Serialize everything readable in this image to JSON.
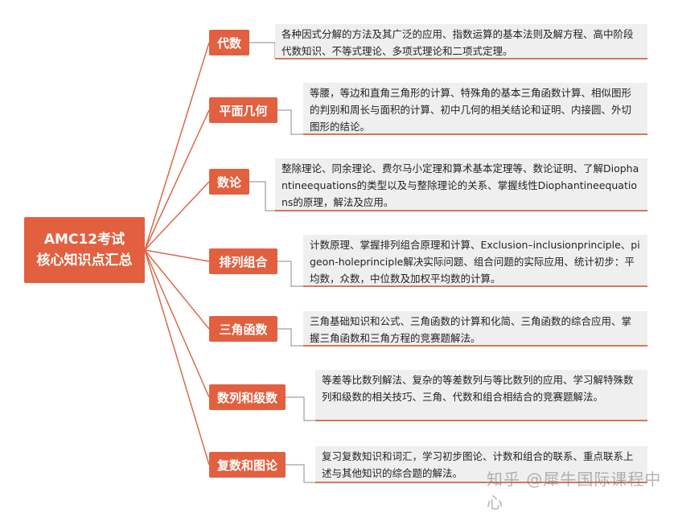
{
  "root": {
    "line1": "AMC12考试",
    "line2": "核心知识点汇总"
  },
  "branches": [
    {
      "label": "代数",
      "detail": "各种因式分解的方法及其广泛的应用、指数运算的基本法则及解方程、高中阶段代数知识、不等式理论、多项式理论和二项式定理。"
    },
    {
      "label": "平面几何",
      "detail": "等腰，等边和直角三角形的计算、特殊角的基本三角函数计算、相似图形的判别和周长与面积的计算、初中几何的相关结论和证明、内接圆、外切图形的结论。"
    },
    {
      "label": "数论",
      "detail": "整除理论、同余理论、费尔马小定理和算术基本定理等、数论证明、了解Diophantineequations的类型以及与整除理论的关系、掌握线性Diophantineequations的原理，解法及应用。"
    },
    {
      "label": "排列组合",
      "detail": "计数原理、掌握排列组合原理和计算、Exclusion–inclusionprinciple、pigeon-holeprinciple解决实际问题、组合问题的实际应用、统计初步：平均数，众数，中位数及加权平均数的计算。"
    },
    {
      "label": "三角函数",
      "detail": "三角基础知识和公式、三角函数的计算和化简、三角函数的综合应用、掌握三角函数和三角方程的竞赛题解法。"
    },
    {
      "label": "数列和级数",
      "detail": "等差等比数列解法、复杂的等差数列与等比数列的应用、学习解特殊数列和级数的相关技巧、三角、代数和组合相结合的竞赛题解法。"
    },
    {
      "label": "复数和图论",
      "detail": "复习复数知识和词汇，学习初步图论、计数和组合的联系、重点联系上述与其他知识的综合题的解法。"
    }
  ],
  "watermark": "知乎 @犀牛国际课程中心",
  "colors": {
    "node": "#e2603f",
    "line": "#d9694a",
    "detail_bg": "#efefef"
  }
}
